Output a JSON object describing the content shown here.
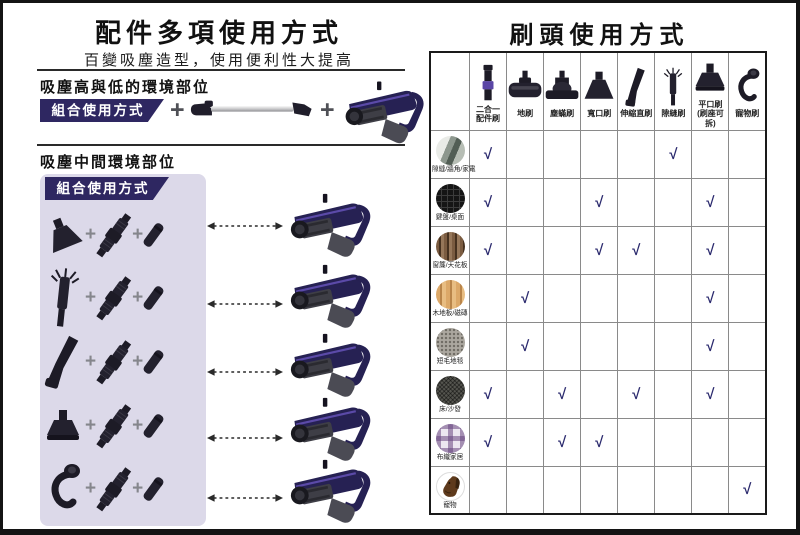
{
  "left": {
    "title": "配件多項使用方式",
    "subtitle": "百變吸塵造型，使用便利性大提高",
    "plus": "+",
    "section_high_low": {
      "heading": "吸塵高與低的環境部位",
      "badge": "組合使用方式",
      "items": [
        "floor-brush-extension-tube",
        "stick-vacuum"
      ]
    },
    "section_middle": {
      "heading": "吸塵中間環境部位",
      "badge": "組合使用方式",
      "combos": [
        {
          "accessory": "wide-mouth-brush"
        },
        {
          "accessory": "crevice-long-brush"
        },
        {
          "accessory": "bent-extension-wand"
        },
        {
          "accessory": "flat-mouth-brush"
        },
        {
          "accessory": "flexible-hose"
        }
      ],
      "combo_parts": [
        "extension-connector",
        "adapter-tube"
      ],
      "arrow": "dashed-double-arrow",
      "target": "stick-vacuum"
    }
  },
  "right": {
    "title": "刷頭使用方式",
    "table": {
      "check_symbol": "√",
      "columns": [
        {
          "label": "二合一\n配件刷",
          "icon": "two-in-one-brush"
        },
        {
          "label": "地刷",
          "icon": "floor-brush"
        },
        {
          "label": "塵蟎刷",
          "icon": "mite-brush"
        },
        {
          "label": "寬口刷",
          "icon": "wide-mouth-brush"
        },
        {
          "label": "伸縮直刷",
          "icon": "bent-extension-wand"
        },
        {
          "label": "隙縫刷",
          "icon": "crevice-long-brush"
        },
        {
          "label": "平口刷\n(刷座可拆)",
          "icon": "flat-mouth-brush"
        },
        {
          "label": "寵物刷",
          "icon": "flexible-hose"
        }
      ],
      "rows": [
        {
          "label": "隙縫/牆角/家電",
          "surface": "corner-crevice",
          "checks": [
            1,
            0,
            0,
            0,
            0,
            1,
            0,
            0
          ]
        },
        {
          "label": "鍵盤/桌面",
          "surface": "keyboard",
          "checks": [
            1,
            0,
            0,
            1,
            0,
            0,
            1,
            0
          ]
        },
        {
          "label": "窗簾/天花板",
          "surface": "curtain",
          "checks": [
            1,
            0,
            0,
            1,
            1,
            0,
            1,
            0
          ]
        },
        {
          "label": "木地板/磁磚",
          "surface": "wood-floor",
          "checks": [
            0,
            1,
            0,
            0,
            0,
            0,
            1,
            0
          ]
        },
        {
          "label": "短毛地毯",
          "surface": "short-carpet",
          "checks": [
            0,
            1,
            0,
            0,
            0,
            0,
            1,
            0
          ]
        },
        {
          "label": "床/沙發",
          "surface": "sofa-mesh",
          "checks": [
            1,
            0,
            1,
            0,
            1,
            0,
            1,
            0
          ]
        },
        {
          "label": "布織家居",
          "surface": "plaid-fabric",
          "checks": [
            1,
            0,
            1,
            1,
            0,
            0,
            0,
            0
          ]
        },
        {
          "label": "寵物",
          "surface": "pet-dog",
          "checks": [
            0,
            0,
            0,
            0,
            0,
            0,
            0,
            1
          ]
        }
      ]
    }
  },
  "colors": {
    "badge_navy": "#2e2761",
    "panel_lavender": "#dcd9e9",
    "check_mark": "#2b2a6e",
    "plus_gray": "#85868c"
  }
}
